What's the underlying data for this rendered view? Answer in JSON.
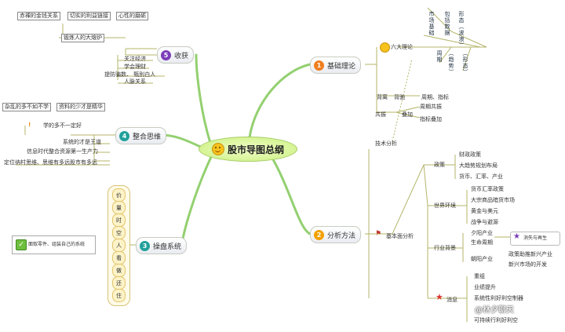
{
  "central": {
    "title": "股市导图总纲"
  },
  "harvest": {
    "label": "收获",
    "num": "5",
    "top_boxes": [
      "赤裸的金钱关系",
      "切实的利益链接",
      "心性的磨砺"
    ],
    "fire": "锻炼人的大熔炉",
    "items": [
      "关注经济",
      "学会理财",
      "提防骗数、 甄别白人",
      "人脉关系"
    ]
  },
  "integrate": {
    "label": "整合思维",
    "num": "4",
    "boxes": [
      "杂乱的多不如不学",
      "资料的少才是精华"
    ],
    "items": [
      "学的多不一定好",
      "系统的才是王道",
      "信息时代整合资源第一生产力",
      "定位纳村思维、思维有多远股市有多远"
    ]
  },
  "operate": {
    "label": "操盘系统",
    "num": "3",
    "pills": [
      "价",
      "量",
      "时",
      "空",
      "人",
      "看",
      "做",
      "还",
      "住"
    ],
    "note": "面取零件、组装自己的系统"
  },
  "basic": {
    "label": "基础理论",
    "num": "1",
    "six": "六大理论",
    "vert_items": [
      "市场基础",
      "包括数据",
      "形态（波浪）",
      "周期",
      "（趋势）",
      "（形态）"
    ],
    "row1": [
      "背离",
      "背驰",
      "周期、指标"
    ],
    "resonance": "共振",
    "overlap": "叠加",
    "res_items": [
      "周期共振",
      "指标叠加"
    ]
  },
  "analysis": {
    "label": "分析方法",
    "num": "2",
    "tech": "技术分析",
    "fund": "基本面分析",
    "policy": "政策",
    "policy_items": [
      "财政政策",
      "大趋势规划布局",
      "货币、汇率、产业"
    ],
    "world": "世界环境",
    "world_items": [
      "货币汇率政策",
      "大宗商品暗货市场",
      "黄金与美元",
      "战争与避源"
    ],
    "industry": "行业背景",
    "industry_items": [
      "夕阳产业",
      "生命周期",
      "朝阳产业"
    ],
    "industry_sub": [
      "消失与再生",
      "政策助推新兴产业",
      "新兴市场的开发"
    ],
    "news": "消息",
    "news_items": [
      "重组",
      "业绩提升",
      "系统性利好利空制器",
      "可持续行利好利空"
    ]
  },
  "watermark": "@林夕聊天",
  "colors": {
    "orange": "#f07e1f",
    "purple": "#7a3db8",
    "teal": "#21a19a",
    "line": "#93d070",
    "link": "#b4b46a"
  }
}
